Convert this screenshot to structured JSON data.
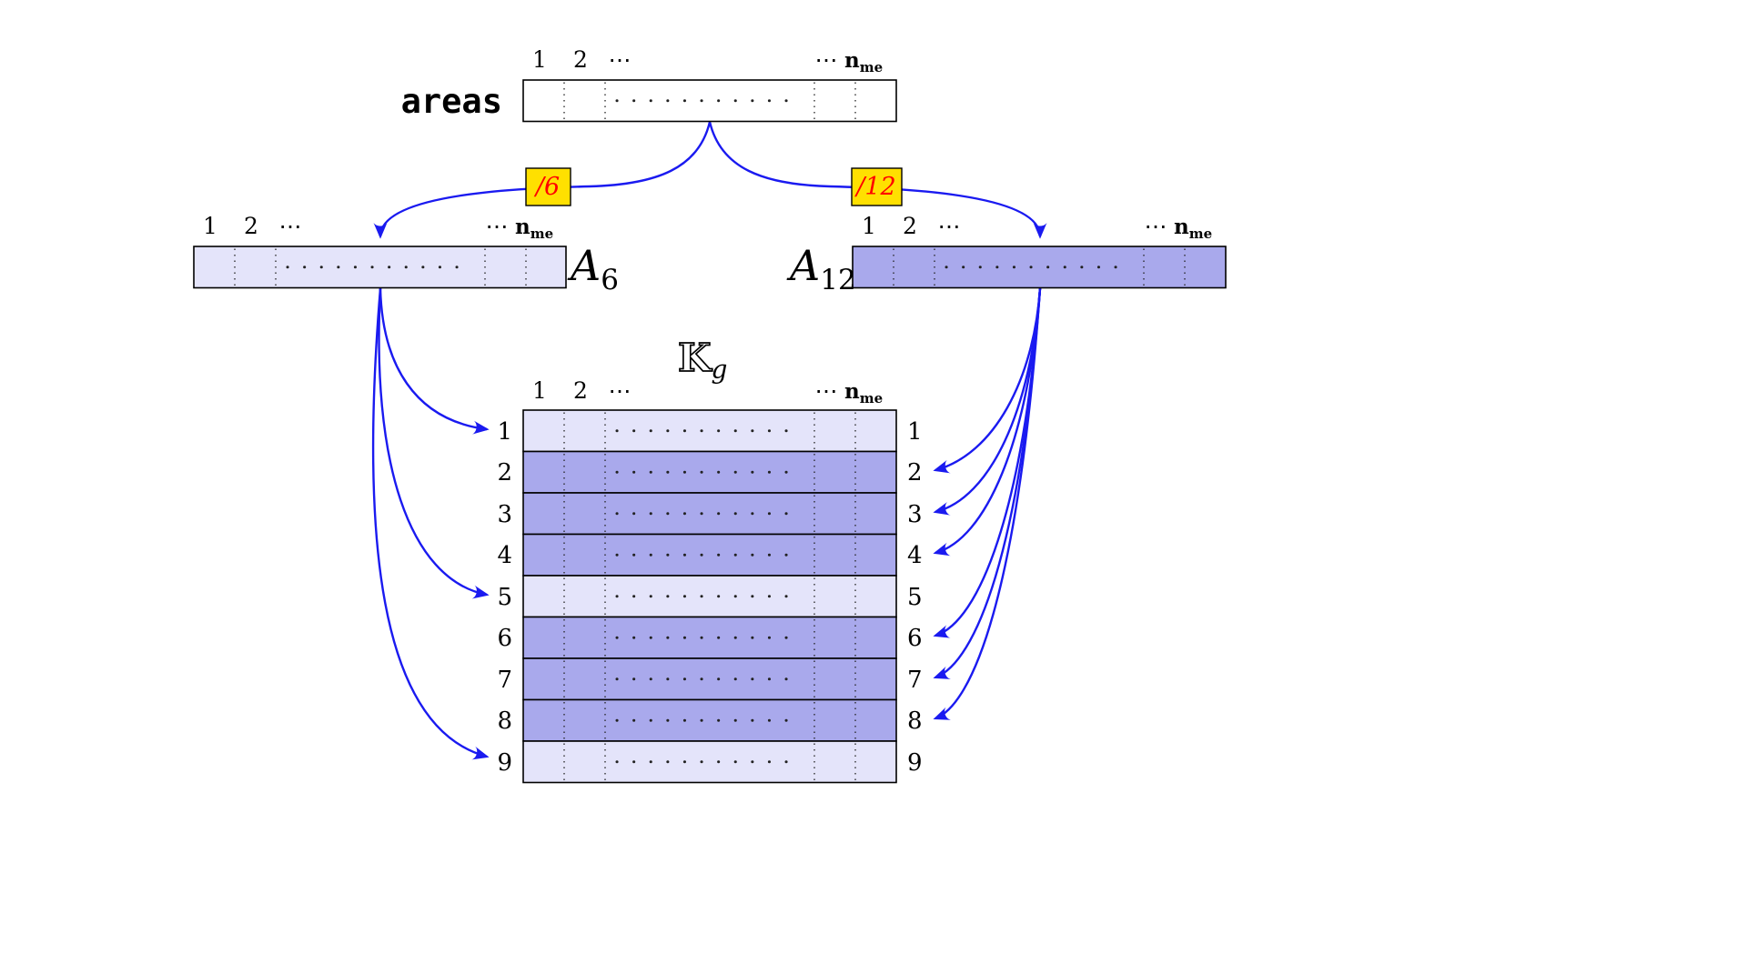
{
  "colors": {
    "arrow_blue": "#1a1af0",
    "light_fill": "#e4e4fa",
    "dark_fill": "#a9a9ec",
    "divisor_fill": "#ffe000",
    "divisor_text": "#ff0000",
    "array_white": "#ffffff",
    "outline": "#000000"
  },
  "index_labels": {
    "first": "1",
    "second": "2",
    "ellipsis": "⋯",
    "n_base": "n",
    "n_sub": "me"
  },
  "areas_array": {
    "label": "areas"
  },
  "divisors": {
    "left": "/6",
    "right": "/12"
  },
  "a6_array": {
    "label_base": "A",
    "label_sub": "6"
  },
  "a12_array": {
    "label_base": "A",
    "label_sub": "12"
  },
  "matrix": {
    "title_base": "K",
    "title_sub": "g",
    "row_labels_left": [
      "1",
      "2",
      "3",
      "4",
      "5",
      "6",
      "7",
      "8",
      "9"
    ],
    "row_labels_right": [
      "1",
      "2",
      "3",
      "4",
      "5",
      "6",
      "7",
      "8",
      "9"
    ],
    "light_rows": [
      "1",
      "5",
      "9"
    ],
    "dark_rows": [
      "2",
      "3",
      "4",
      "6",
      "7",
      "8"
    ]
  }
}
